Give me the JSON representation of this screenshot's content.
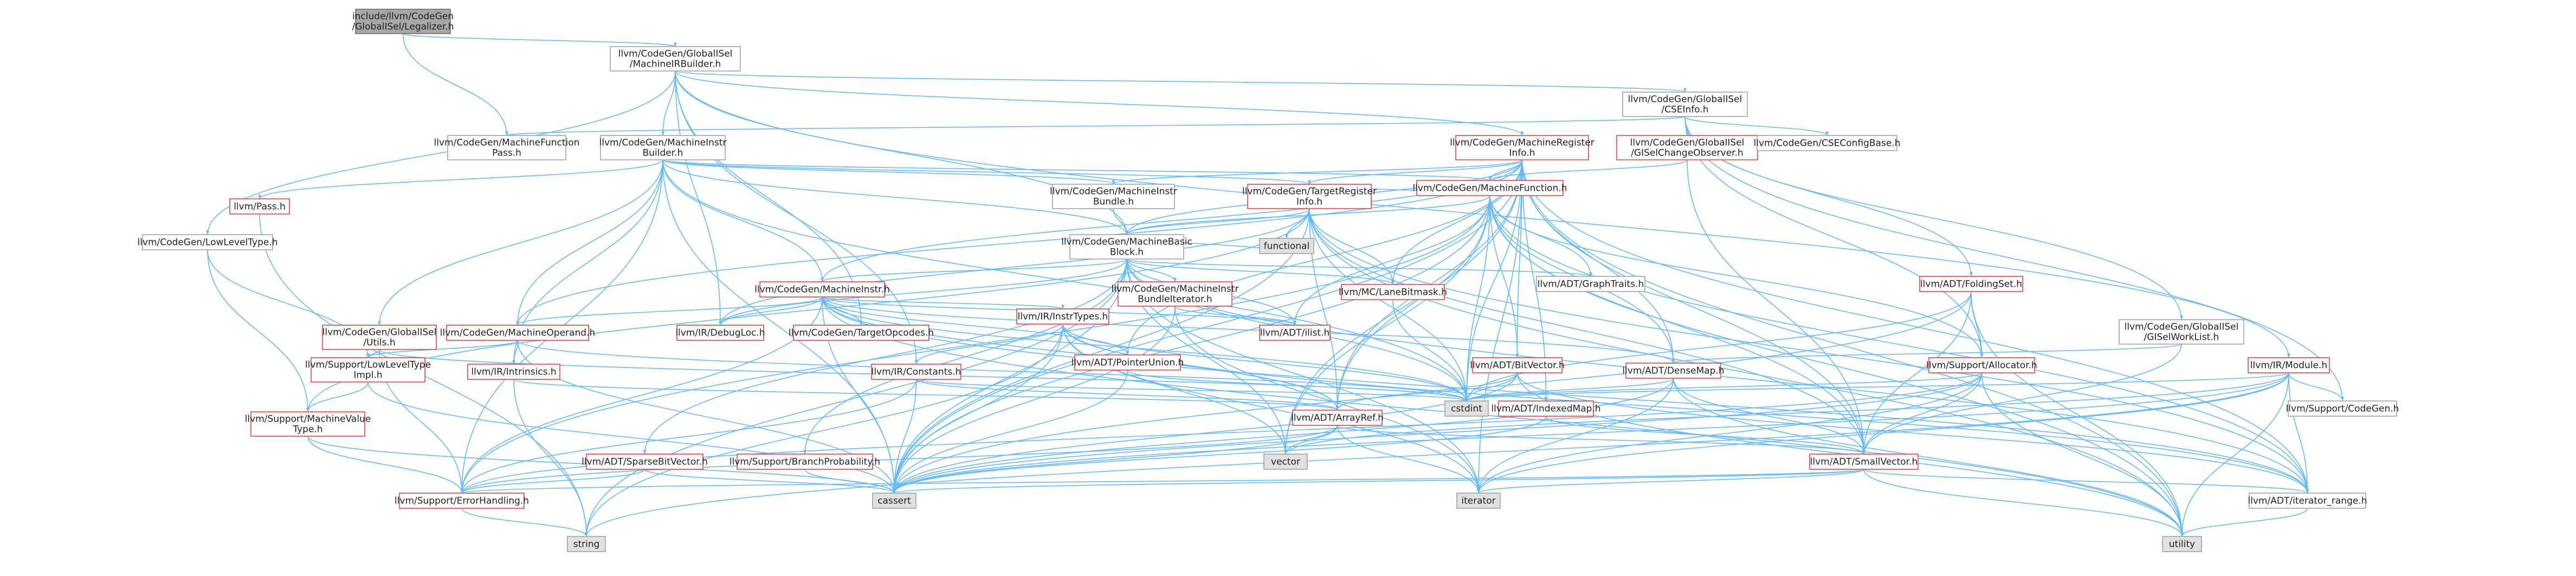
{
  "nodes": [
    {
      "id": "legalizer",
      "lines": [
        "include/llvm/CodeGen",
        "/GlobalISel/Legalizer.h"
      ],
      "style": "root"
    },
    {
      "id": "mirbuilder",
      "lines": [
        "llvm/CodeGen/GlobalISel",
        "/MachineIRBuilder.h"
      ],
      "style": "normal"
    },
    {
      "id": "mfpass",
      "lines": [
        "llvm/CodeGen/MachineFunction",
        "Pass.h"
      ],
      "style": "normal"
    },
    {
      "id": "cseinfo",
      "lines": [
        "llvm/CodeGen/GlobalISel",
        "/CSEInfo.h"
      ],
      "style": "normal"
    },
    {
      "id": "mib",
      "lines": [
        "llvm/CodeGen/MachineInstr",
        "Builder.h"
      ],
      "style": "normal"
    },
    {
      "id": "mri",
      "lines": [
        "llvm/CodeGen/MachineRegister",
        "Info.h"
      ],
      "style": "red"
    },
    {
      "id": "gischange",
      "lines": [
        "llvm/CodeGen/GlobalISel",
        "/GISelChangeObserver.h"
      ],
      "style": "red"
    },
    {
      "id": "csebase",
      "lines": [
        "llvm/CodeGen/CSEConfigBase.h"
      ],
      "style": "normal"
    },
    {
      "id": "pass",
      "lines": [
        "llvm/Pass.h"
      ],
      "style": "red"
    },
    {
      "id": "lowlevel",
      "lines": [
        "llvm/CodeGen/LowLevelType.h"
      ],
      "style": "normal"
    },
    {
      "id": "mibundle",
      "lines": [
        "llvm/CodeGen/MachineInstr",
        "Bundle.h"
      ],
      "style": "normal"
    },
    {
      "id": "tri",
      "lines": [
        "llvm/CodeGen/TargetRegister",
        "Info.h"
      ],
      "style": "red"
    },
    {
      "id": "mf",
      "lines": [
        "llvm/CodeGen/MachineFunction.h"
      ],
      "style": "red"
    },
    {
      "id": "mbb",
      "lines": [
        "llvm/CodeGen/MachineBasic",
        "Block.h"
      ],
      "style": "normal"
    },
    {
      "id": "functional",
      "lines": [
        "functional"
      ],
      "style": "gray"
    },
    {
      "id": "mi",
      "lines": [
        "llvm/CodeGen/MachineInstr.h"
      ],
      "style": "red"
    },
    {
      "id": "mibundleiter",
      "lines": [
        "llvm/CodeGen/MachineInstr",
        "BundleIterator.h"
      ],
      "style": "red"
    },
    {
      "id": "lanemask",
      "lines": [
        "llvm/MC/LaneBitmask.h"
      ],
      "style": "red"
    },
    {
      "id": "graphtraits",
      "lines": [
        "llvm/ADT/GraphTraits.h"
      ],
      "style": "normal"
    },
    {
      "id": "foldingset",
      "lines": [
        "llvm/ADT/FoldingSet.h"
      ],
      "style": "red"
    },
    {
      "id": "worklist",
      "lines": [
        "llvm/CodeGen/GlobalISel",
        "/GISelWorkList.h"
      ],
      "style": "normal"
    },
    {
      "id": "giutils",
      "lines": [
        "llvm/CodeGen/GlobalISel",
        "/Utils.h"
      ],
      "style": "red"
    },
    {
      "id": "mo",
      "lines": [
        "llvm/CodeGen/MachineOperand.h"
      ],
      "style": "red"
    },
    {
      "id": "debugloc",
      "lines": [
        "llvm/IR/DebugLoc.h"
      ],
      "style": "red"
    },
    {
      "id": "targetopcodes",
      "lines": [
        "llvm/CodeGen/TargetOpcodes.h"
      ],
      "style": "red"
    },
    {
      "id": "ilist",
      "lines": [
        "llvm/ADT/ilist.h"
      ],
      "style": "red"
    },
    {
      "id": "instrtypes",
      "lines": [
        "llvm/IR/InstrTypes.h"
      ],
      "style": "red"
    },
    {
      "id": "module",
      "lines": [
        "llvm/IR/Module.h"
      ],
      "style": "red"
    },
    {
      "id": "allocator",
      "lines": [
        "llvm/Support/Allocator.h"
      ],
      "style": "red"
    },
    {
      "id": "lltimpl",
      "lines": [
        "llvm/Support/LowLevelType",
        "Impl.h"
      ],
      "style": "red"
    },
    {
      "id": "intrinsics",
      "lines": [
        "llvm/IR/Intrinsics.h"
      ],
      "style": "red"
    },
    {
      "id": "constants",
      "lines": [
        "llvm/IR/Constants.h"
      ],
      "style": "red"
    },
    {
      "id": "ptrunion",
      "lines": [
        "llvm/ADT/PointerUnion.h"
      ],
      "style": "red"
    },
    {
      "id": "bitvector",
      "lines": [
        "llvm/ADT/BitVector.h"
      ],
      "style": "red"
    },
    {
      "id": "densemap",
      "lines": [
        "llvm/ADT/DenseMap.h"
      ],
      "style": "red"
    },
    {
      "id": "cstdint",
      "lines": [
        "cstdint"
      ],
      "style": "gray"
    },
    {
      "id": "supportcodegen",
      "lines": [
        "llvm/Support/CodeGen.h"
      ],
      "style": "normal"
    },
    {
      "id": "indexedmap",
      "lines": [
        "llvm/ADT/IndexedMap.h"
      ],
      "style": "red"
    },
    {
      "id": "arrayref",
      "lines": [
        "llvm/ADT/ArrayRef.h"
      ],
      "style": "red"
    },
    {
      "id": "mvt",
      "lines": [
        "llvm/Support/MachineValue",
        "Type.h"
      ],
      "style": "red"
    },
    {
      "id": "sparsebv",
      "lines": [
        "llvm/ADT/SparseBitVector.h"
      ],
      "style": "red"
    },
    {
      "id": "branchprob",
      "lines": [
        "llvm/Support/BranchProbability.h"
      ],
      "style": "red"
    },
    {
      "id": "vector",
      "lines": [
        "vector"
      ],
      "style": "gray"
    },
    {
      "id": "smallvector",
      "lines": [
        "llvm/ADT/SmallVector.h"
      ],
      "style": "red"
    },
    {
      "id": "errorhandling",
      "lines": [
        "llvm/Support/ErrorHandling.h"
      ],
      "style": "red"
    },
    {
      "id": "cassert",
      "lines": [
        "cassert"
      ],
      "style": "gray"
    },
    {
      "id": "iterator",
      "lines": [
        "iterator"
      ],
      "style": "gray"
    },
    {
      "id": "iterrange",
      "lines": [
        "llvm/ADT/iterator_range.h"
      ],
      "style": "normal"
    },
    {
      "id": "string",
      "lines": [
        "string"
      ],
      "style": "gray"
    },
    {
      "id": "utility",
      "lines": [
        "utility"
      ],
      "style": "gray"
    }
  ],
  "edges": [
    [
      "legalizer",
      "mirbuilder"
    ],
    [
      "legalizer",
      "mfpass"
    ],
    [
      "mirbuilder",
      "cseinfo"
    ],
    [
      "mirbuilder",
      "mib"
    ],
    [
      "mirbuilder",
      "mri"
    ],
    [
      "mirbuilder",
      "mbb"
    ],
    [
      "mirbuilder",
      "lowlevel"
    ],
    [
      "mirbuilder",
      "debugloc"
    ],
    [
      "mirbuilder",
      "targetopcodes"
    ],
    [
      "mirbuilder",
      "module"
    ],
    [
      "mirbuilder",
      "constants"
    ],
    [
      "cseinfo",
      "mfpass"
    ],
    [
      "cseinfo",
      "gischange"
    ],
    [
      "cseinfo",
      "csebase"
    ],
    [
      "cseinfo",
      "foldingset"
    ],
    [
      "cseinfo",
      "worklist"
    ],
    [
      "cseinfo",
      "allocator"
    ],
    [
      "cseinfo",
      "supportcodegen"
    ],
    [
      "mib",
      "mf"
    ],
    [
      "mib",
      "mibundle"
    ],
    [
      "mib",
      "mbb"
    ],
    [
      "mib",
      "mi"
    ],
    [
      "mib",
      "mo"
    ],
    [
      "mib",
      "tri"
    ],
    [
      "mib",
      "giutils"
    ],
    [
      "mib",
      "intrinsics"
    ],
    [
      "mib",
      "errorhandling"
    ],
    [
      "mib",
      "cassert"
    ],
    [
      "mib",
      "cstdint"
    ],
    [
      "mib",
      "pass"
    ],
    [
      "mri",
      "tri"
    ],
    [
      "mri",
      "mf"
    ],
    [
      "mri",
      "mbb"
    ],
    [
      "mri",
      "mibundle"
    ],
    [
      "mri",
      "mi"
    ],
    [
      "mri",
      "mo"
    ],
    [
      "mri",
      "lanemask"
    ],
    [
      "mri",
      "bitvector"
    ],
    [
      "mri",
      "densemap"
    ],
    [
      "mri",
      "indexedmap"
    ],
    [
      "mri",
      "arrayref"
    ],
    [
      "mri",
      "smallvector"
    ],
    [
      "mri",
      "iterrange"
    ],
    [
      "mri",
      "cstdint"
    ],
    [
      "mri",
      "vector"
    ],
    [
      "mri",
      "iterator"
    ],
    [
      "mri",
      "cassert"
    ],
    [
      "mri",
      "utility"
    ],
    [
      "mri",
      "ptrunion"
    ],
    [
      "gischange",
      "mf"
    ],
    [
      "gischange",
      "smallvector"
    ],
    [
      "pass",
      "string"
    ],
    [
      "lowlevel",
      "lltimpl"
    ],
    [
      "lowlevel",
      "mvt"
    ],
    [
      "mibundle",
      "mbb"
    ],
    [
      "tri",
      "mbb"
    ],
    [
      "tri",
      "mf"
    ],
    [
      "tri",
      "lanemask"
    ],
    [
      "tri",
      "arrayref"
    ],
    [
      "tri",
      "smallvector"
    ],
    [
      "tri",
      "iterrange"
    ],
    [
      "tri",
      "mvt"
    ],
    [
      "tri",
      "cstdint"
    ],
    [
      "tri",
      "cassert"
    ],
    [
      "tri",
      "functional"
    ],
    [
      "tri",
      "utility"
    ],
    [
      "tri",
      "debugloc"
    ],
    [
      "mf",
      "mbb"
    ],
    [
      "mf",
      "graphtraits"
    ],
    [
      "mf",
      "ilist"
    ],
    [
      "mf",
      "bitvector"
    ],
    [
      "mf",
      "densemap"
    ],
    [
      "mf",
      "arrayref"
    ],
    [
      "mf",
      "smallvector"
    ],
    [
      "mf",
      "iterrange"
    ],
    [
      "mf",
      "allocator"
    ],
    [
      "mf",
      "errorhandling"
    ],
    [
      "mf",
      "cassert"
    ],
    [
      "mf",
      "cstdint"
    ],
    [
      "mf",
      "utility"
    ],
    [
      "mf",
      "vector"
    ],
    [
      "mbb",
      "mi"
    ],
    [
      "mbb",
      "mibundleiter"
    ],
    [
      "mbb",
      "lanemask"
    ],
    [
      "mbb",
      "graphtraits"
    ],
    [
      "mbb",
      "ilist"
    ],
    [
      "mbb",
      "iterrange"
    ],
    [
      "mbb",
      "sparsebv"
    ],
    [
      "mbb",
      "branchprob"
    ],
    [
      "mbb",
      "debugloc"
    ],
    [
      "mbb",
      "cassert"
    ],
    [
      "mbb",
      "cstdint"
    ],
    [
      "mbb",
      "functional"
    ],
    [
      "mbb",
      "iterator"
    ],
    [
      "mbb",
      "string"
    ],
    [
      "mbb",
      "vector"
    ],
    [
      "mi",
      "mo"
    ],
    [
      "mi",
      "instrtypes"
    ],
    [
      "mi",
      "targetopcodes"
    ],
    [
      "mi",
      "debugloc"
    ],
    [
      "mi",
      "ptrunion"
    ],
    [
      "mi",
      "ilist"
    ],
    [
      "mi",
      "densemap"
    ],
    [
      "mi",
      "arrayref"
    ],
    [
      "mi",
      "errorhandling"
    ],
    [
      "mi",
      "cassert"
    ],
    [
      "mi",
      "cstdint"
    ],
    [
      "mi",
      "utility"
    ],
    [
      "mi",
      "iterrange"
    ],
    [
      "mibundleiter",
      "ilist"
    ],
    [
      "mibundleiter",
      "cassert"
    ],
    [
      "mibundleiter",
      "iterator"
    ],
    [
      "lanemask",
      "cstdint"
    ],
    [
      "foldingset",
      "smallvector"
    ],
    [
      "foldingset",
      "allocator"
    ],
    [
      "foldingset",
      "cassert"
    ],
    [
      "foldingset",
      "cstdint"
    ],
    [
      "foldingset",
      "utility"
    ],
    [
      "worklist",
      "densemap"
    ],
    [
      "worklist",
      "smallvector"
    ],
    [
      "giutils",
      "lltimpl"
    ],
    [
      "giutils",
      "errorhandling"
    ],
    [
      "giutils",
      "cstdint"
    ],
    [
      "mo",
      "intrinsics"
    ],
    [
      "mo",
      "lltimpl"
    ],
    [
      "mo",
      "cassert"
    ],
    [
      "mo",
      "cstdint"
    ],
    [
      "instrtypes",
      "constants"
    ],
    [
      "instrtypes",
      "arrayref"
    ],
    [
      "instrtypes",
      "iterrange"
    ],
    [
      "instrtypes",
      "cassert"
    ],
    [
      "instrtypes",
      "cstdint"
    ],
    [
      "instrtypes",
      "string"
    ],
    [
      "instrtypes",
      "vector"
    ],
    [
      "instrtypes",
      "iterator"
    ],
    [
      "module",
      "iterrange"
    ],
    [
      "module",
      "cstdint"
    ],
    [
      "module",
      "cassert"
    ],
    [
      "module",
      "iterator"
    ],
    [
      "module",
      "string"
    ],
    [
      "module",
      "vector"
    ],
    [
      "module",
      "supportcodegen"
    ],
    [
      "module",
      "utility"
    ],
    [
      "allocator",
      "smallvector"
    ],
    [
      "allocator",
      "errorhandling"
    ],
    [
      "allocator",
      "cassert"
    ],
    [
      "allocator",
      "cstdint"
    ],
    [
      "allocator",
      "iterator"
    ],
    [
      "allocator",
      "utility"
    ],
    [
      "lltimpl",
      "mvt"
    ],
    [
      "lltimpl",
      "cassert"
    ],
    [
      "intrinsics",
      "arrayref"
    ],
    [
      "intrinsics",
      "string"
    ],
    [
      "constants",
      "arrayref"
    ],
    [
      "constants",
      "errorhandling"
    ],
    [
      "constants",
      "cassert"
    ],
    [
      "constants",
      "cstdint"
    ],
    [
      "ptrunion",
      "cassert"
    ],
    [
      "ptrunion",
      "cstdint"
    ],
    [
      "bitvector",
      "arrayref"
    ],
    [
      "bitvector",
      "iterrange"
    ],
    [
      "bitvector",
      "cassert"
    ],
    [
      "bitvector",
      "cstdint"
    ],
    [
      "bitvector",
      "utility"
    ],
    [
      "densemap",
      "smallvector"
    ],
    [
      "densemap",
      "cassert"
    ],
    [
      "densemap",
      "iterator"
    ],
    [
      "densemap",
      "utility"
    ],
    [
      "densemap",
      "cstdint"
    ],
    [
      "indexedmap",
      "smallvector"
    ],
    [
      "indexedmap",
      "cassert"
    ],
    [
      "arrayref",
      "smallvector"
    ],
    [
      "arrayref",
      "cassert"
    ],
    [
      "arrayref",
      "iterator"
    ],
    [
      "arrayref",
      "vector"
    ],
    [
      "arrayref",
      "errorhandling"
    ],
    [
      "mvt",
      "errorhandling"
    ],
    [
      "mvt",
      "cassert"
    ],
    [
      "sparsebv",
      "errorhandling"
    ],
    [
      "sparsebv",
      "cassert"
    ],
    [
      "branchprob",
      "cassert"
    ],
    [
      "smallvector",
      "cassert"
    ],
    [
      "smallvector",
      "iterator"
    ],
    [
      "smallvector",
      "utility"
    ],
    [
      "smallvector",
      "errorhandling"
    ],
    [
      "smallvector",
      "iterrange"
    ],
    [
      "errorhandling",
      "string"
    ],
    [
      "iterrange",
      "utility"
    ]
  ]
}
